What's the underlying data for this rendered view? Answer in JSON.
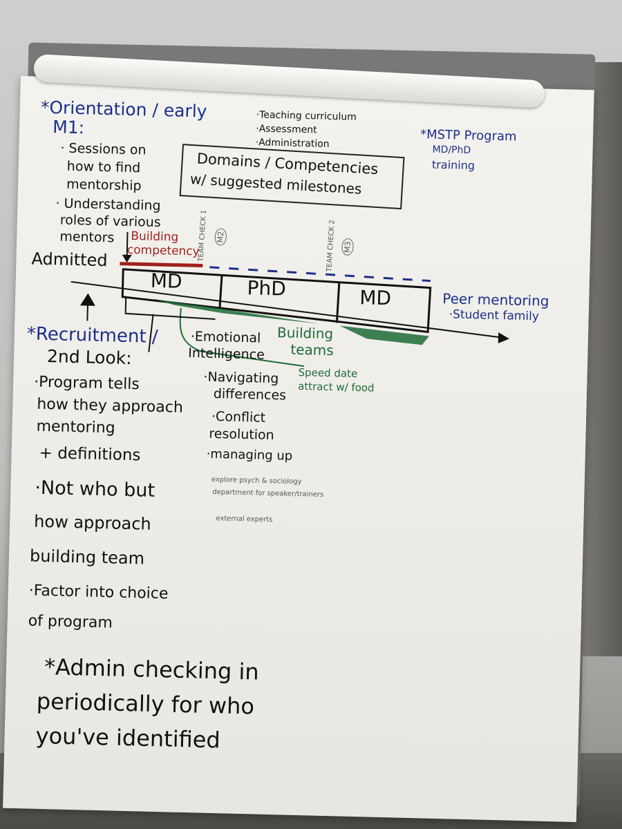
{
  "flipchart": {
    "orientation": {
      "heading": "*Orientation / early",
      "heading2": "M1:",
      "line1": "· Sessions on",
      "line2": "how to find",
      "line3": "mentorship",
      "line4": "· Understanding",
      "line5": "roles of various",
      "line6": "mentors"
    },
    "curriculum": [
      "·Teaching curriculum",
      "·Assessment",
      "·Administration"
    ],
    "domains_box": {
      "line1": "Domains / Competencies",
      "line2": "w/ suggested milestones"
    },
    "mstp": {
      "heading": "*MSTP Program",
      "line2": "MD/PhD",
      "line3": "training"
    },
    "building_competency": [
      "Building",
      "competency"
    ],
    "team_checks": [
      {
        "label": "TEAM CHECK 1",
        "badge": "M2"
      },
      {
        "label": "TEAM CHECK 2",
        "badge": "M3"
      }
    ],
    "timeline": {
      "admitted": "Admitted",
      "segments": [
        "MD",
        "PhD",
        "MD"
      ]
    },
    "peer": [
      "Peer mentoring",
      "·Student family"
    ],
    "recruitment": {
      "heading": "*Recruitment /",
      "heading2": "2nd Look:",
      "line1": "·Program tells",
      "line2": "how they approach",
      "line3": "mentoring",
      "line4": "+ definitions",
      "line5": "·Not who but",
      "line6": "how approach",
      "line7": "building team",
      "line8": "·Factor into choice",
      "line9": "of program"
    },
    "emotional": {
      "line1": "·Emotional",
      "line2": "Intelligence",
      "line3": "·Navigating",
      "line4": "differences",
      "line5": "·Conflict",
      "line6": "resolution",
      "line7": "·managing up"
    },
    "building_teams": [
      "Building",
      "teams"
    ],
    "speed_date": [
      "Speed date",
      "attract w/ food"
    ],
    "explore": [
      "explore psych & sociology",
      "department for speaker/trainers",
      "external experts"
    ],
    "admin": {
      "line1": "*Admin checking in",
      "line2": "periodically for who",
      "line3": "you've identified"
    }
  },
  "colors": {
    "black_marker": "#111111",
    "navy_marker": "#1b2f8a",
    "green_marker": "#1d6b36",
    "red_marker": "#a0201c"
  }
}
